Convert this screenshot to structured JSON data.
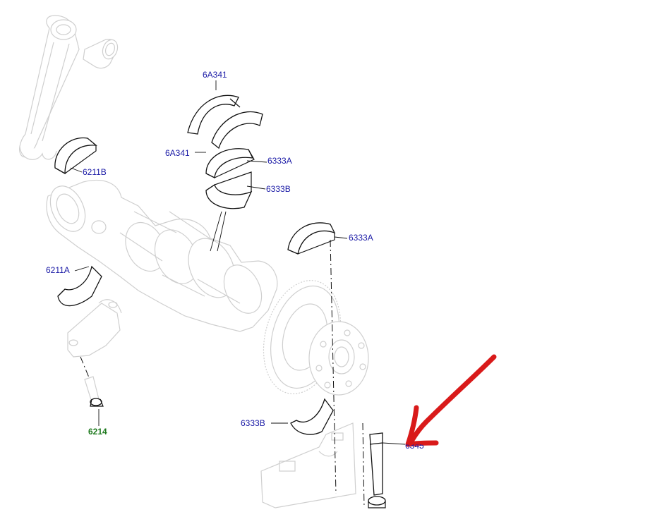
{
  "labels": {
    "6A341_top": "6A341",
    "6A341_mid": "6A341",
    "6211B": "6211B",
    "6333A_top": "6333A",
    "6333B_top": "6333B",
    "6333A_right": "6333A",
    "6211A": "6211A",
    "6214": "6214",
    "6333B_bottom": "6333B",
    "6345_partial": "6345"
  },
  "colors": {
    "label_blue": "#1a1aa6",
    "label_green": "#1f7a1f",
    "annotation_red": "#d91a1a",
    "ghost_gray": "#cfcfcf",
    "line_black": "#111111"
  },
  "annotation": {
    "icon": "red-arrow-icon"
  }
}
